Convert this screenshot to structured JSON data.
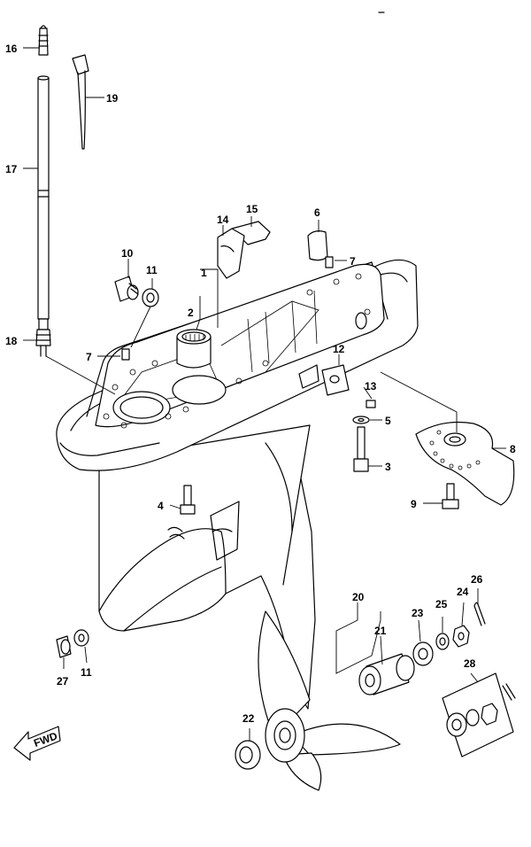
{
  "diagram": {
    "callouts": {
      "c1": "1",
      "c2": "2",
      "c3": "3",
      "c4": "4",
      "c5": "5",
      "c6": "6",
      "c7a": "7",
      "c7b": "7",
      "c8": "8",
      "c9": "9",
      "c10": "10",
      "c11a": "11",
      "c11b": "11",
      "c12": "12",
      "c13": "13",
      "c14": "14",
      "c15": "15",
      "c16": "16",
      "c17": "17",
      "c18": "18",
      "c19": "19",
      "c20": "20",
      "c21": "21",
      "c22": "22",
      "c23": "23",
      "c24": "24",
      "c25": "25",
      "c26": "26",
      "c27": "27",
      "c28": "28"
    },
    "fwd_label": "FWD"
  }
}
